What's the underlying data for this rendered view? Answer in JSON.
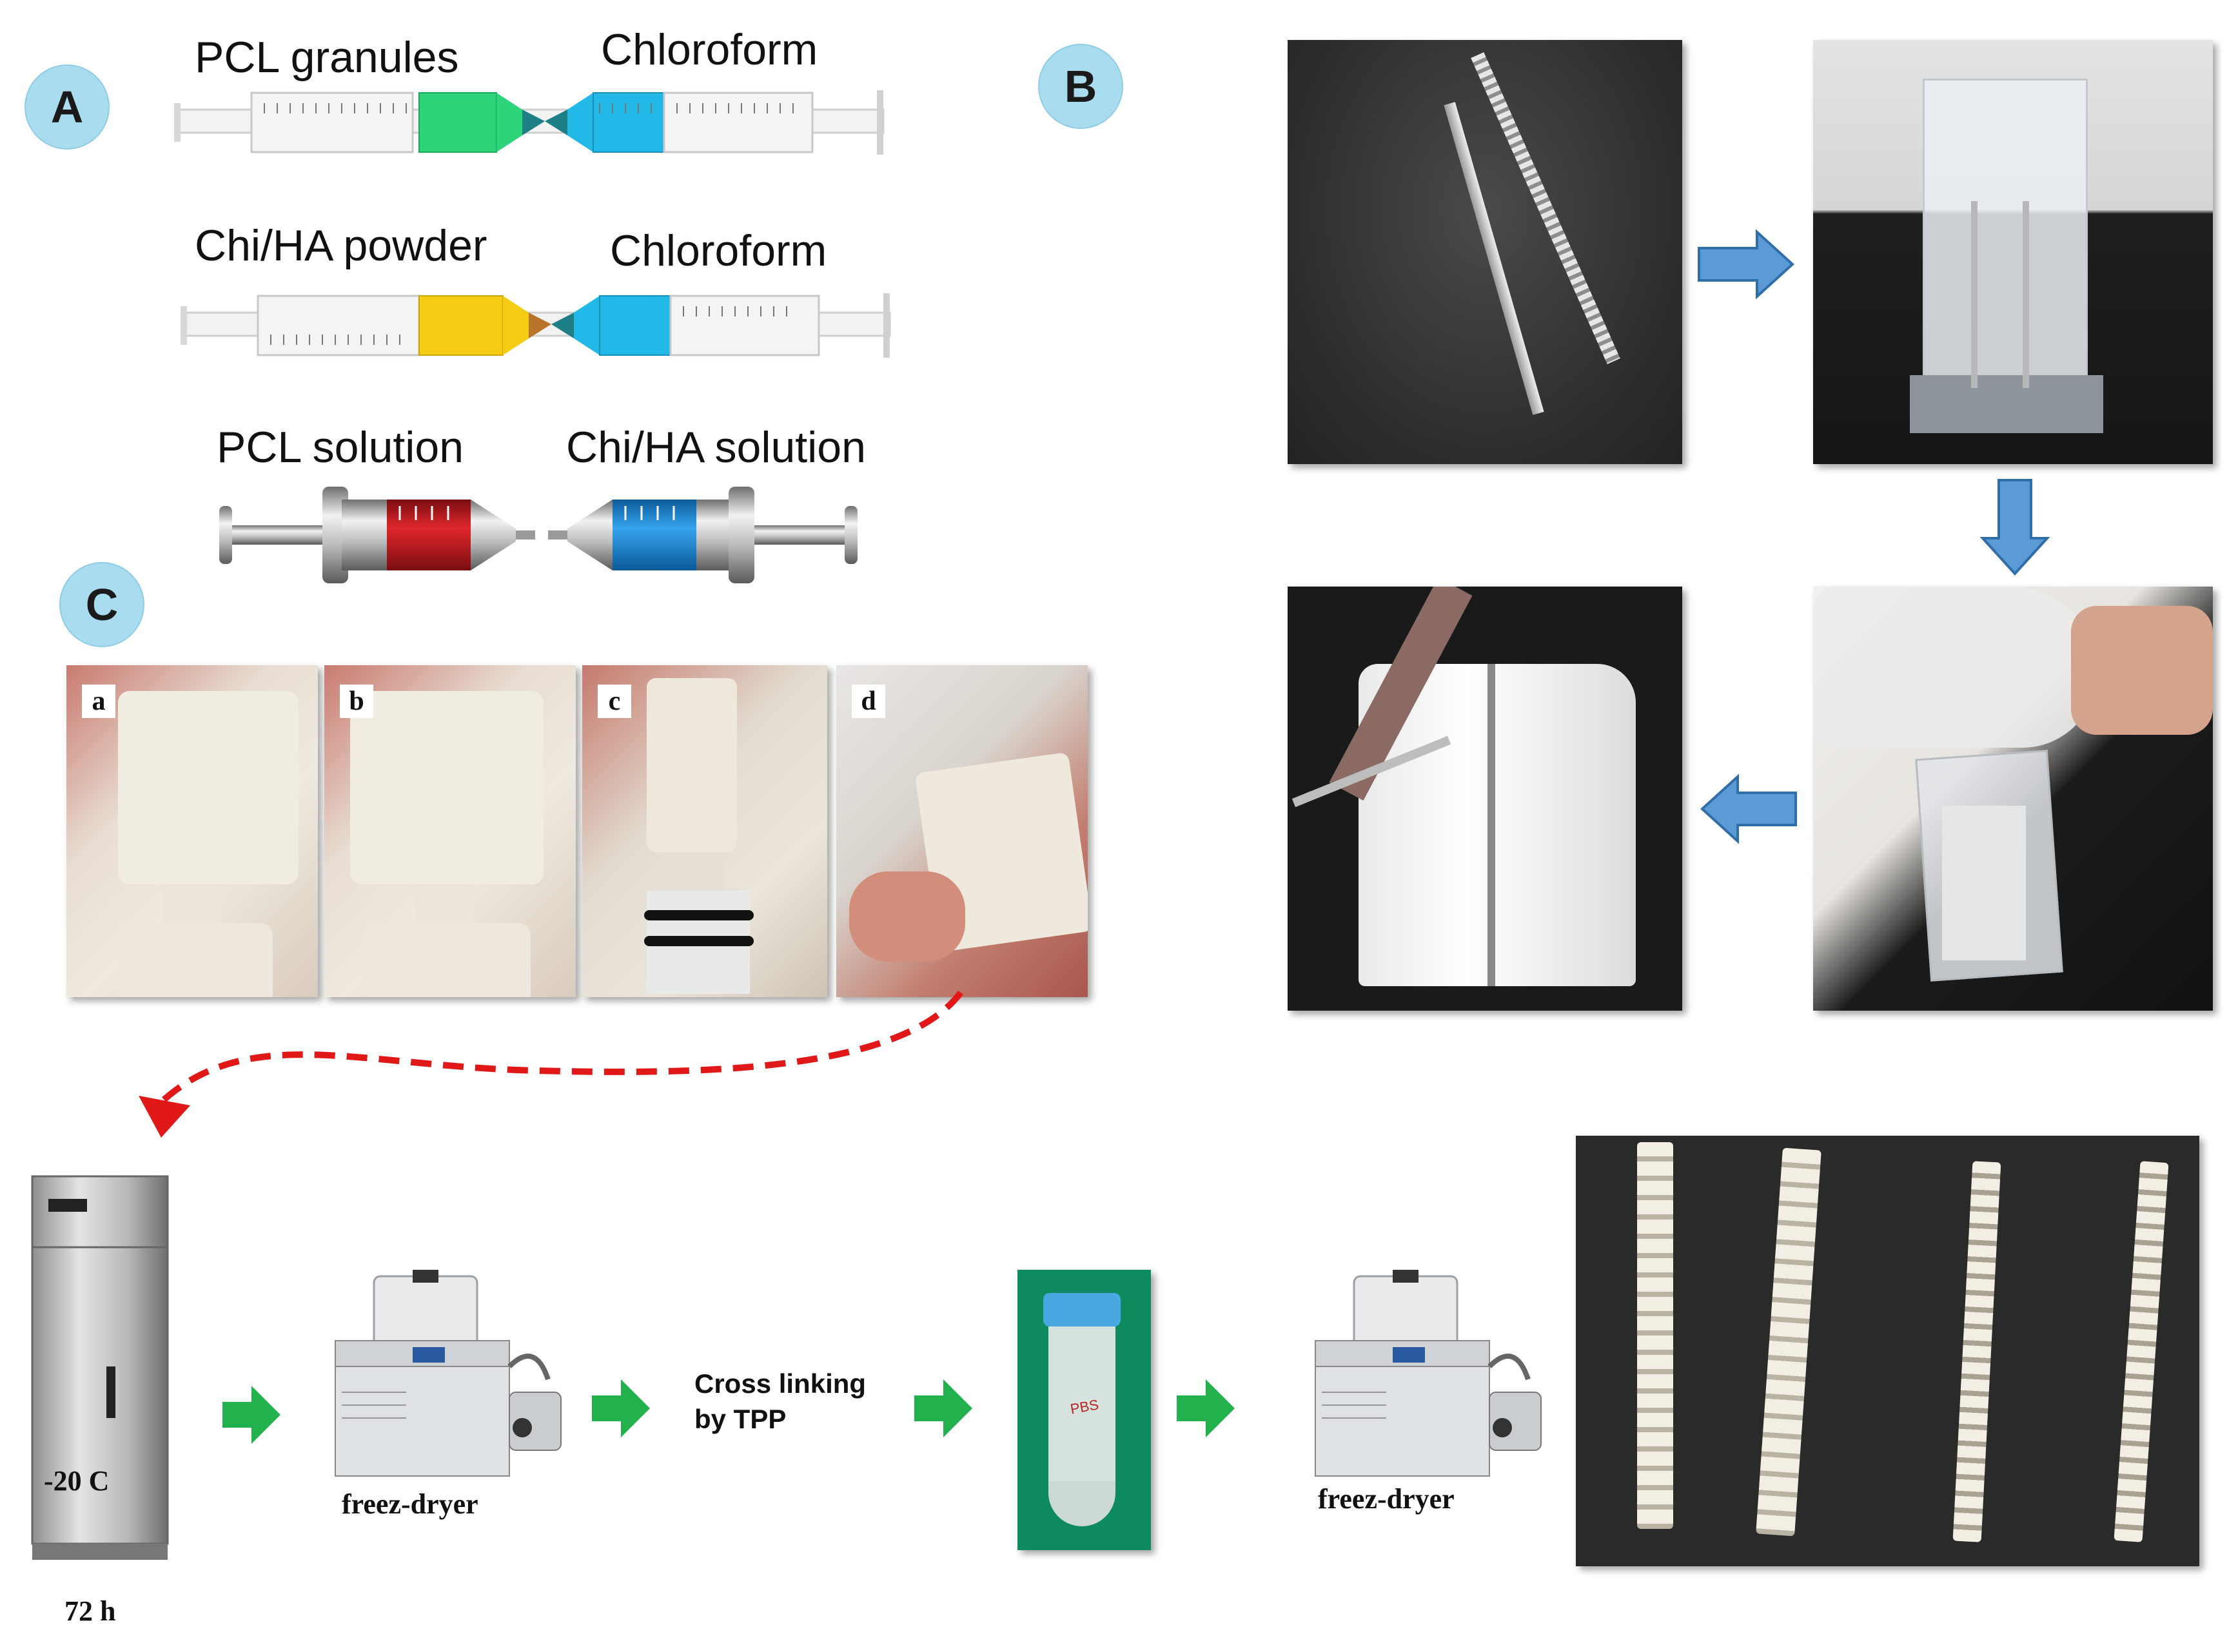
{
  "panel_a": {
    "badge": "A",
    "row1": {
      "left": "PCL granules",
      "right": "Chloroform"
    },
    "row2": {
      "left": "Chi/HA powder",
      "right": "Chloroform"
    },
    "row3": {
      "left": "PCL solution",
      "right": "Chi/HA solution"
    }
  },
  "panel_b": {
    "badge": "B"
  },
  "panel_c": {
    "badge": "C",
    "sub_labels": [
      "a",
      "b",
      "c",
      "d"
    ]
  },
  "process": {
    "freezer_temp": "-20 C",
    "freezer_time": "72 h",
    "dryer1_label": "freez-dryer",
    "crosslink_line1": "Cross linking",
    "crosslink_line2": "by TPP",
    "tube_label": "PBS",
    "dryer2_label": "freez-dryer"
  },
  "colors": {
    "badge": "#a9dcef",
    "green_fill": "#2ed47a",
    "blue_fill": "#22b8e8",
    "yellow_fill": "#f5cc14",
    "red_fill": "#d8262b",
    "arrow_blue": "#5b9bd5",
    "arrow_green": "#22b14c",
    "dashed_red": "#e01818"
  }
}
